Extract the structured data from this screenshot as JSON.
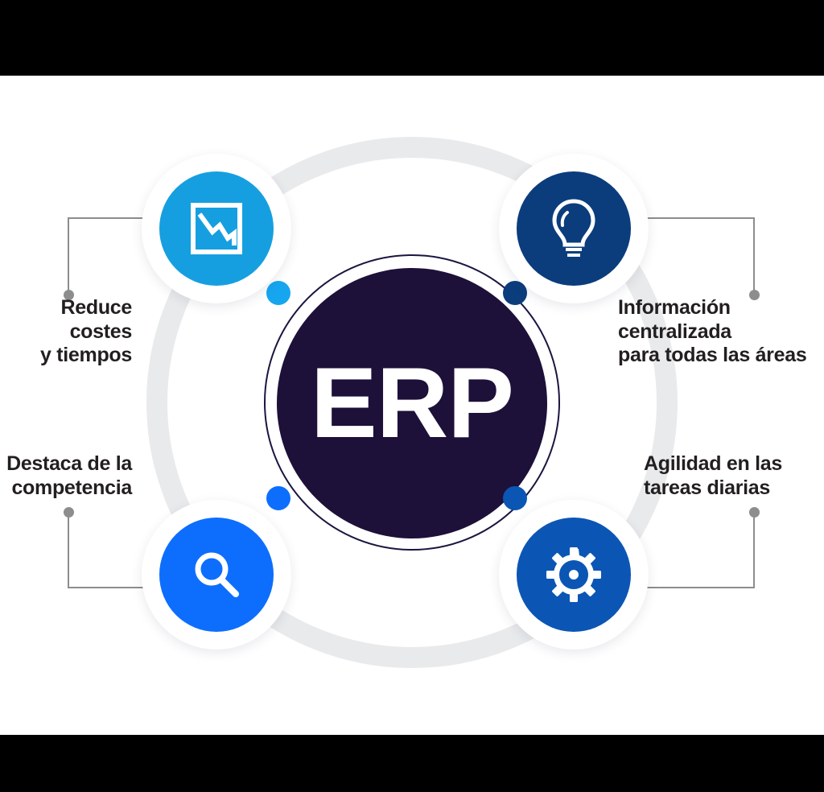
{
  "graphic": {
    "title": "ERP benefits circular infographic",
    "center": {
      "label": "ERP",
      "disc_color": "#1d1039",
      "text_color": "#ffffff",
      "ring_color": "#1b1540"
    },
    "outer_ring_color": "#e9eaec",
    "background_color": "#ffffff",
    "letterbox_color": "#000000",
    "connector_color": "#8d8d8d",
    "label_color": "#231f20"
  },
  "nodes": [
    {
      "id": "reduce-costes",
      "position": "top-left",
      "icon": "chart-declining-icon",
      "disc_color": "#169fe0",
      "dot_color": "#16a6f0",
      "label_line1": "Reduce costes",
      "label_line2": "y tiempos",
      "label": "Reduce costes\ny tiempos"
    },
    {
      "id": "informacion-centralizada",
      "position": "top-right",
      "icon": "lightbulb-icon",
      "disc_color": "#0b3d7d",
      "dot_color": "#0b3d7d",
      "label_line1": "Información centralizada",
      "label_line2": "para todas las áreas",
      "label": "Información centralizada\npara todas las áreas"
    },
    {
      "id": "destaca-competencia",
      "position": "bottom-left",
      "icon": "search-magnifier-icon",
      "disc_color": "#0d6efd",
      "dot_color": "#0d6efd",
      "label_line1": "Destaca de la",
      "label_line2": "competencia",
      "label": "Destaca de la\ncompetencia"
    },
    {
      "id": "agilidad-tareas",
      "position": "bottom-right",
      "icon": "gear-icon",
      "disc_color": "#0b56b4",
      "dot_color": "#0b56b4",
      "label_line1": "Agilidad en las",
      "label_line2": "tareas diarias",
      "label": "Agilidad en las\ntareas diarias"
    }
  ]
}
